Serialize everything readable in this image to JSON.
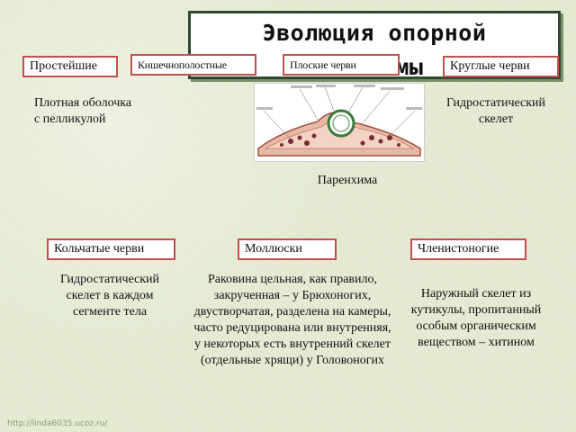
{
  "title": {
    "line1": "Эволюция опорной",
    "line2": "системы"
  },
  "labels": {
    "prostejshie": "Простейшие",
    "kishechnopolostnye": "Кишечнополостные",
    "ploskie": "Плоские черви",
    "kruglye": "Круглые черви",
    "kolchatye": "Кольчатые черви",
    "mollyuski": "Моллюски",
    "chlenistonogie": "Членистоногие"
  },
  "texts": {
    "prostejshie": "Плотная оболочка с пелликулой",
    "kruglye": "Гидростатический скелет",
    "ploskie": "Паренхима",
    "kolchatye": "Гидростатический скелет в каждом сегменте тела",
    "mollyuski": "Раковина цельная, как правило, закрученная – у Брюхоногих, двустворчатая, разделена на камеры, часто редуцирована или внутренняя, у некоторых есть внутренний скелет (отдельные хрящи) у Головоногих",
    "chlenistonogie": "Наружный скелет из кутикулы, пропитанный особым органическим веществом – хитином"
  },
  "watermark": "http://linda6035.ucoz.ru/"
}
